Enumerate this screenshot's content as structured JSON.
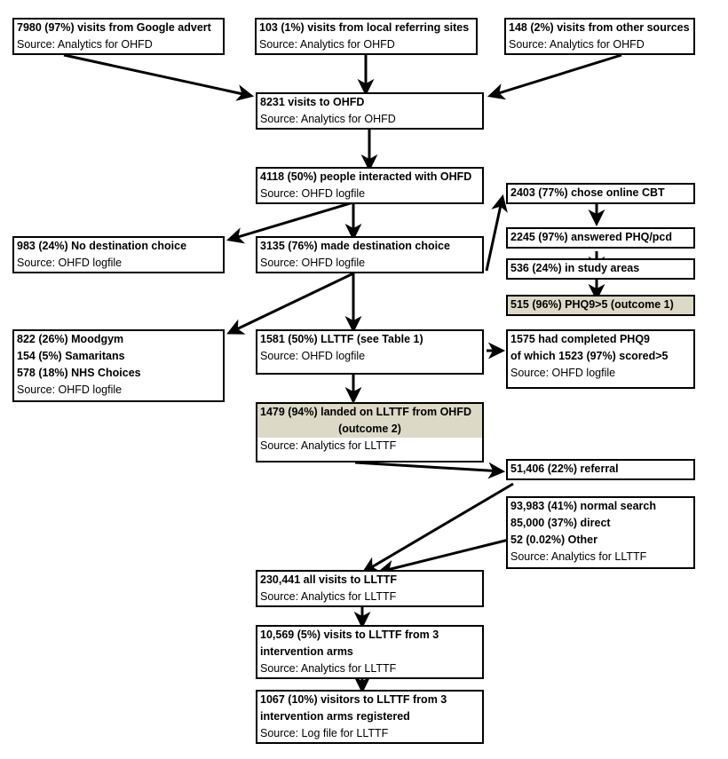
{
  "diagram": {
    "title": "OHFD to LLTTF visitor flow chart",
    "shade_color": "#dcd9c7",
    "border_color": "#000000",
    "background": "#ffffff"
  },
  "nodes": {
    "google_advert": {
      "l1": "7980 (97%) visits from Google advert",
      "src": "Source: Analytics for OHFD"
    },
    "local_referring": {
      "l1": "103 (1%) visits from local referring sites",
      "src": "Source: Analytics for OHFD"
    },
    "other_sources": {
      "l1": "148 (2%) visits from other sources",
      "src": "Source: Analytics for OHFD"
    },
    "visits_ohfd": {
      "l1": "8231 visits to OHFD",
      "src": "Source: Analytics for OHFD"
    },
    "interacted": {
      "l1": "4118 (50%) people interacted with OHFD",
      "src": "Source: OHFD logfile"
    },
    "no_destination": {
      "l1": "983 (24%) No destination choice",
      "src": "Source: OHFD logfile"
    },
    "made_destination": {
      "l1": "3135 (76%) made destination choice",
      "src": "Source: OHFD logfile"
    },
    "chose_cbt": {
      "l1": "2403 (77%) chose online CBT"
    },
    "answered_phq": {
      "l1": "2245 (97%) answered PHQ/pcd"
    },
    "study_areas": {
      "l1": "536 (24%) in study areas"
    },
    "phq9_outcome1": {
      "l1": "515 (96%) PHQ9>5 (outcome 1)"
    },
    "other_destinations": {
      "l1": "822 (26%) Moodgym",
      "l2": "154 (5%)  Samaritans",
      "l3": "578 (18%) NHS Choices",
      "src": "Source: OHFD logfile"
    },
    "llttf_choice": {
      "l1": "1581 (50%) LLTTF (see Table 1)",
      "src": "Source: OHFD logfile"
    },
    "completed_phq9": {
      "l1": "1575 had completed PHQ9",
      "l2": "of which 1523 (97%) scored>5",
      "src": "Source: OHFD logfile"
    },
    "landed_outcome2": {
      "l1": "1479 (94%) landed on LLTTF from OHFD",
      "l2": "(outcome 2)",
      "src": "Source: Analytics for LLTTF"
    },
    "referral": {
      "l1": "51,406 (22%) referral"
    },
    "traffic_sources": {
      "l1": "93,983 (41%) normal search",
      "l2": "85,000 (37%) direct",
      "l3": "52 (0.02%) Other",
      "src": "Source: Analytics for LLTTF"
    },
    "all_visits_llttf": {
      "l1": "230,441 all visits to LLTTF",
      "src": "Source: Analytics for LLTTF"
    },
    "visits_intervention": {
      "l1": "10,569 (5%) visits to LLTTF from 3",
      "l2": "intervention arms",
      "src": "Source: Analytics for LLTTF"
    },
    "registered_intervention": {
      "l1": "1067 (10%) visitors to LLTTF from 3",
      "l2": "intervention arms registered",
      "src": "Source: Log file for LLTTF"
    }
  }
}
